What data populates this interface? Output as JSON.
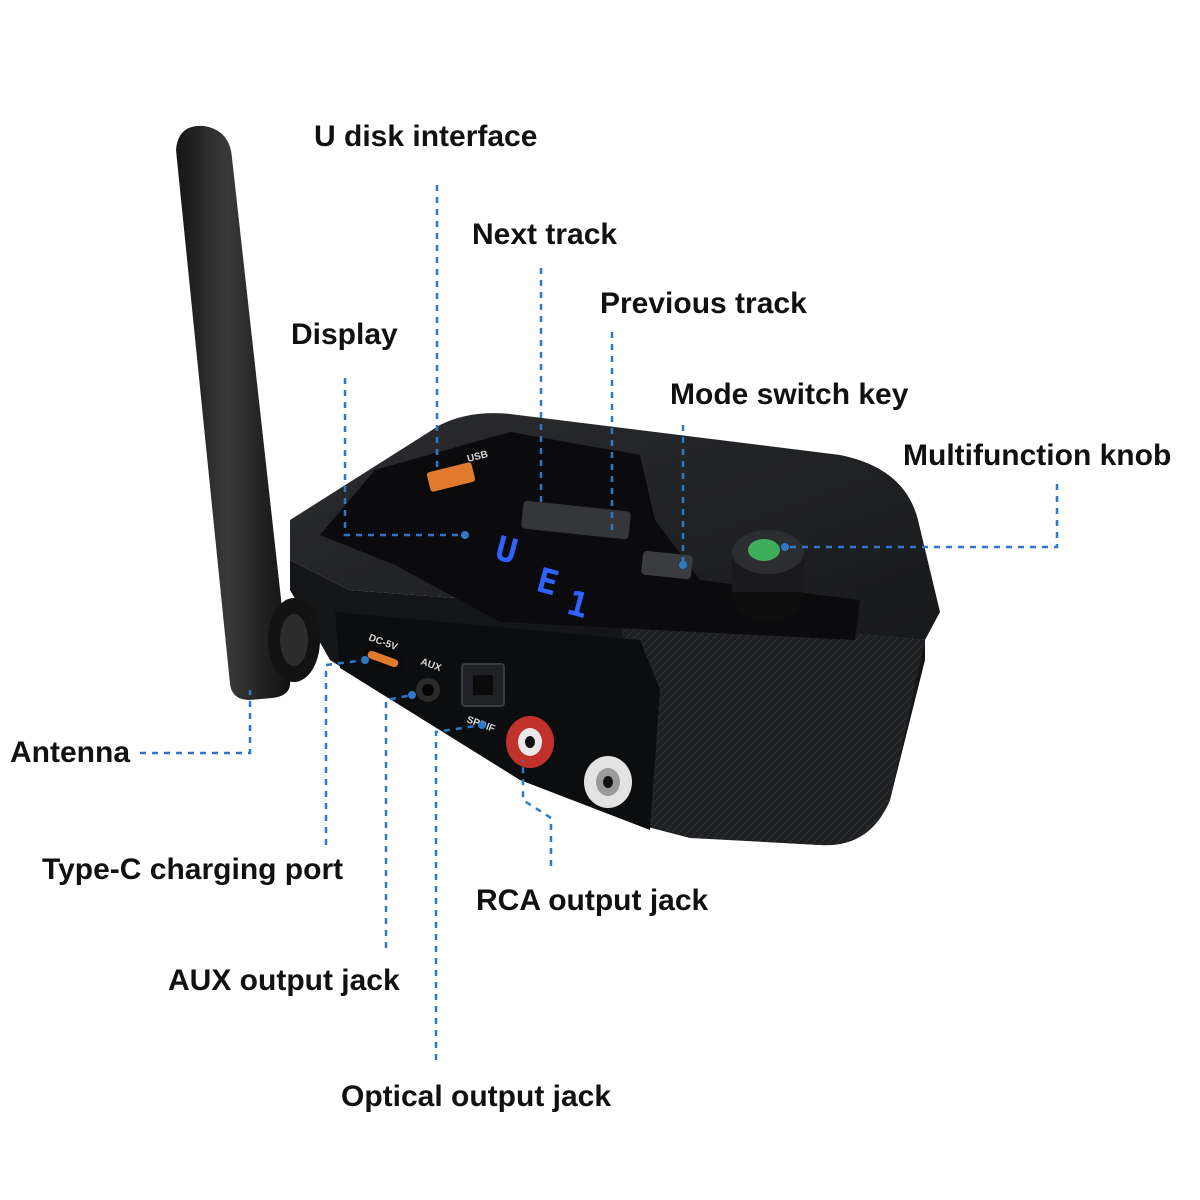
{
  "callouts": {
    "u_disk": "U disk interface",
    "next_track": "Next track",
    "previous_track": "Previous track",
    "display": "Display",
    "mode_switch": "Mode switch key",
    "knob": "Multifunction knob",
    "antenna": "Antenna",
    "type_c": "Type-C charging port",
    "rca": "RCA output jack",
    "aux": "AUX output jack",
    "optical": "Optical output jack"
  },
  "device_labels": {
    "usb": "USB",
    "dc": "DC-5V",
    "aux": "AUX",
    "spdif": "SPDIF"
  },
  "display_readout": {
    "char1": "U",
    "char2": "E",
    "char3": "1"
  },
  "colors": {
    "leader": "#2e78c7",
    "body": "#1b1c1e",
    "panel": "#0b0b0d",
    "usb_port": "#e07a2c",
    "segment": "#2f63ff",
    "knob_led": "#3fae5a",
    "rca_red": "#c0322b",
    "rca_white": "#e3e3e3"
  }
}
